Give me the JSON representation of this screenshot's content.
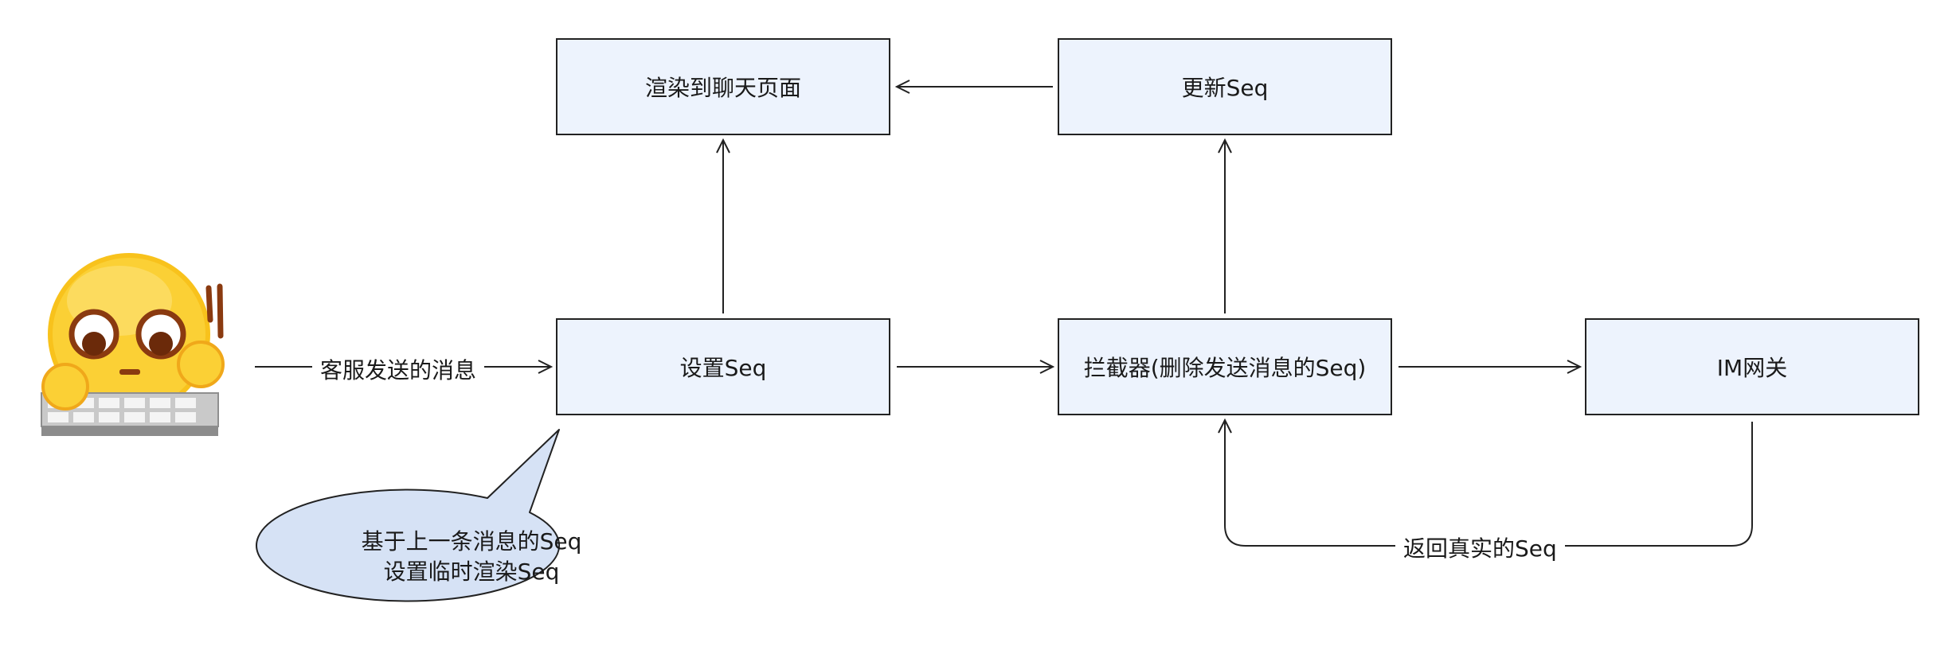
{
  "diagram": {
    "nodes": {
      "render": "渲染到聊天页面",
      "update_seq": "更新Seq",
      "set_seq": "设置Seq",
      "interceptor": "拦截器(删除发送消息的Seq)",
      "im_gateway": "IM网关"
    },
    "edges": {
      "send_label": "客服发送的消息",
      "return_label": "返回真实的Seq"
    },
    "callout": {
      "line1": "基于上一条消息的Seq",
      "line2": "设置临时渲染Seq"
    }
  },
  "colors": {
    "box_fill": "#edf3fd",
    "callout_fill": "#d6e2f5",
    "stroke": "#222222"
  }
}
